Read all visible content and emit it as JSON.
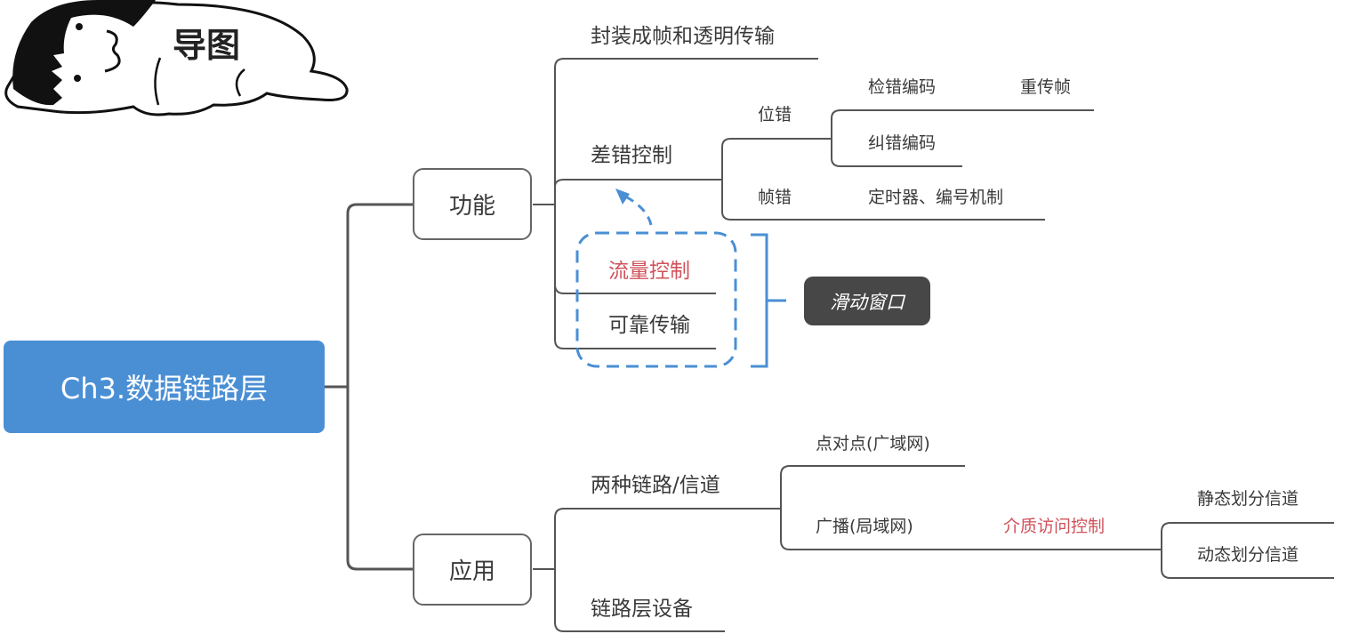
{
  "header": {
    "sticker_title": "导图",
    "sticker_icon": "lying-cartoon-character-icon"
  },
  "mindmap": {
    "root": "Ch3.数据链路层",
    "branches": [
      {
        "label": "功能",
        "children": [
          {
            "label": "封装成帧和透明传输"
          },
          {
            "label": "差错控制",
            "children": [
              {
                "label": "位错",
                "children": [
                  {
                    "label": "检错编码",
                    "children": [
                      {
                        "label": "重传帧"
                      }
                    ]
                  },
                  {
                    "label": "纠错编码"
                  }
                ]
              },
              {
                "label": "帧错",
                "children": [
                  {
                    "label": "定时器、编号机制"
                  }
                ]
              }
            ]
          },
          {
            "label": "流量控制",
            "highlight": true
          },
          {
            "label": "可靠传输"
          }
        ],
        "summary": {
          "label": "滑动窗口",
          "covers": [
            "流量控制",
            "可靠传输"
          ]
        }
      },
      {
        "label": "应用",
        "children": [
          {
            "label": "两种链路/信道",
            "children": [
              {
                "label": "点对点(广域网)"
              },
              {
                "label": "广播(局域网)",
                "children": [
                  {
                    "label": "介质访问控制",
                    "highlight": true,
                    "children": [
                      {
                        "label": "静态划分信道"
                      },
                      {
                        "label": "动态划分信道"
                      }
                    ]
                  }
                ]
              }
            ]
          },
          {
            "label": "链路层设备"
          }
        ]
      }
    ]
  },
  "colors": {
    "root_fill": "#4a8fd4",
    "highlight_text": "#d0525a",
    "summary_fill": "#474747",
    "annotation_blue": "#4a8fd4",
    "line": "#555555"
  }
}
